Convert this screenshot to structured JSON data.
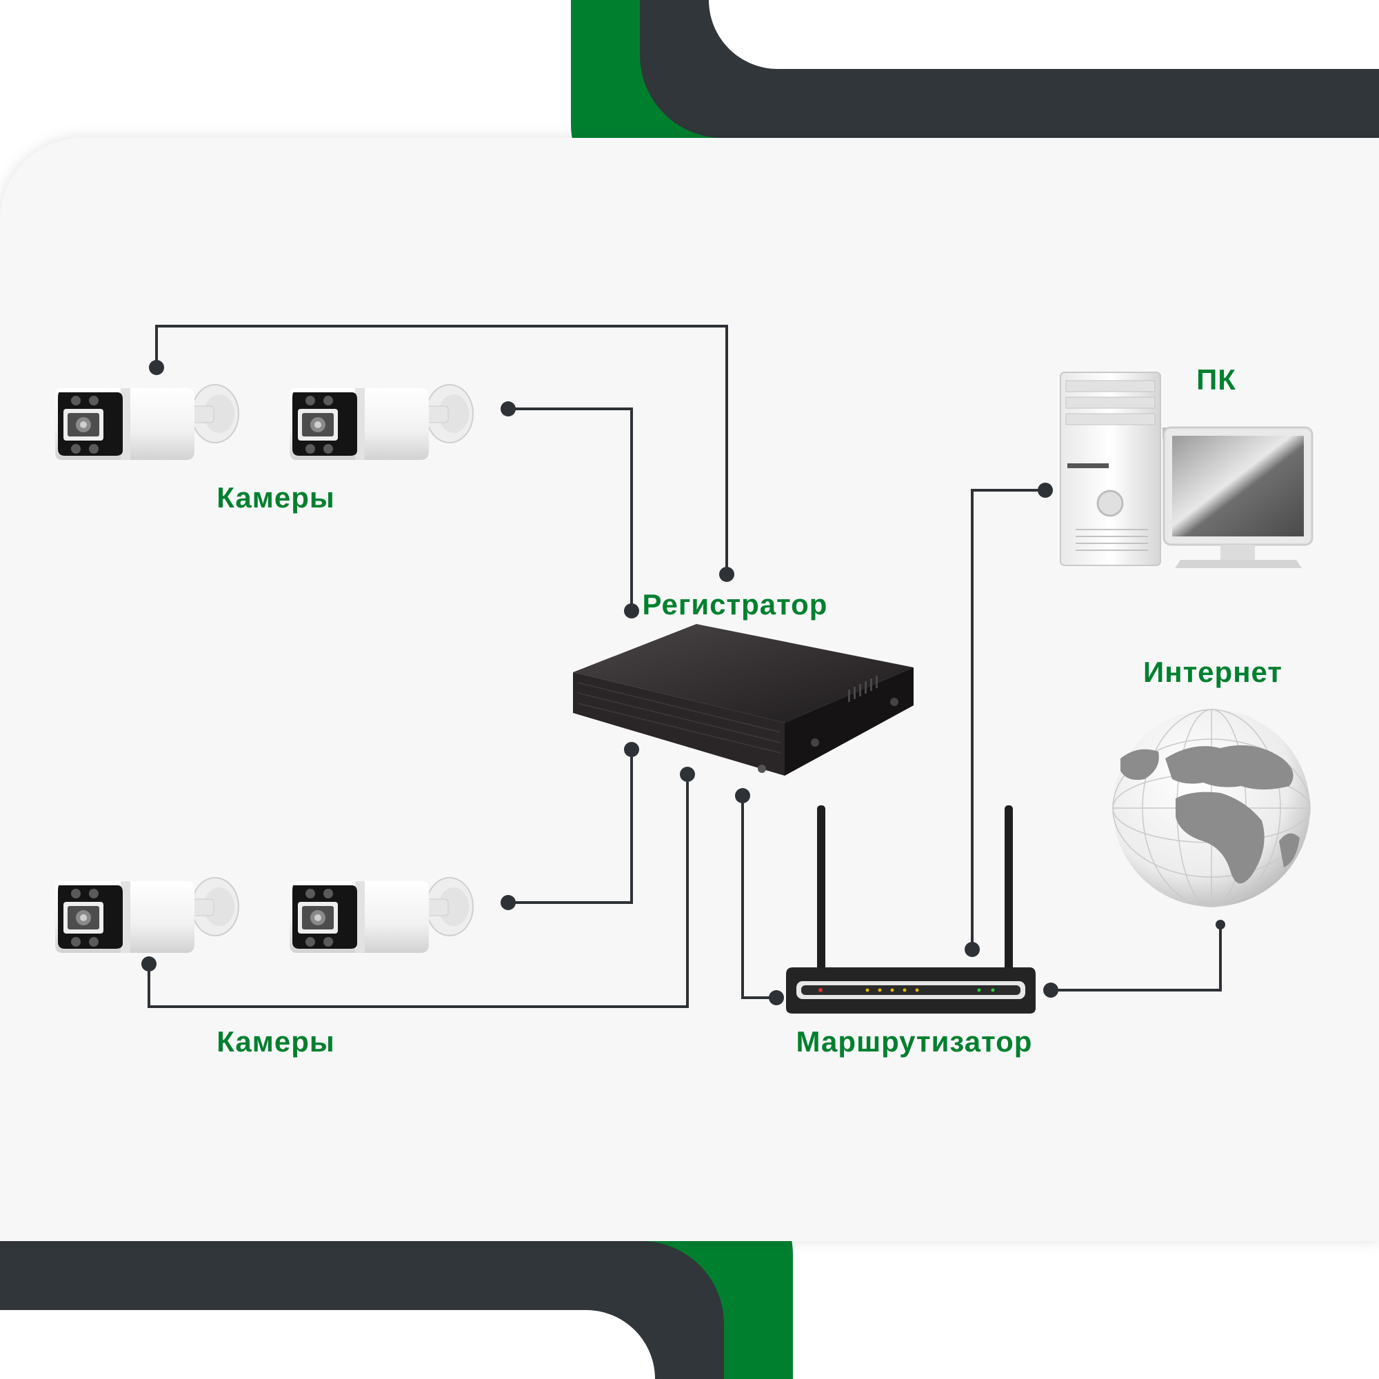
{
  "colors": {
    "accent_green": "#00802f",
    "dark_green": "#00461b",
    "charcoal": "#31363a",
    "panel": "#f8f7f8",
    "wire": "#2e3236"
  },
  "labels": {
    "cameras_top": "Камеры",
    "registrator": "Регистратор",
    "cameras_bottom": "Камеры",
    "router": "Маршрутизатор",
    "pc": "ПК",
    "internet": "Интернет"
  },
  "icons": {
    "camera": "cctv-bullet-camera-icon",
    "dvr": "video-recorder-icon",
    "router": "wifi-router-icon",
    "pc": "desktop-computer-icon",
    "globe": "globe-icon"
  }
}
